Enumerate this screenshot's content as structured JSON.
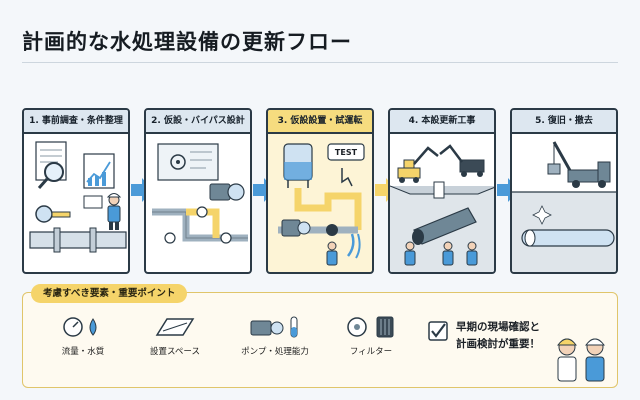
{
  "title": "計画的な水処理設備の更新フロー",
  "steps": [
    {
      "label": "1. 事前調査・条件整理"
    },
    {
      "label": "2. 仮設・バイパス設計"
    },
    {
      "label": "3. 仮設設置・試運転",
      "badge": "TEST"
    },
    {
      "label": "4. 本設更新工事"
    },
    {
      "label": "5. 復旧・撤去"
    }
  ],
  "highlight_step": 3,
  "points": {
    "header": "考慮すべき要素・重要ポイント",
    "items": [
      {
        "label": "流量・水質",
        "icon": "gauge-icon"
      },
      {
        "label": "設置スペース",
        "icon": "area-icon"
      },
      {
        "label": "ポンプ・処理能力",
        "icon": "pump-icon"
      },
      {
        "label": "フィルター",
        "icon": "filter-icon"
      }
    ],
    "message_line1": "早期の現場確認と",
    "message_line2": "計画検討が重要！"
  },
  "colors": {
    "accent_blue": "#4a9ad8",
    "highlight_yellow": "#f6dc7f",
    "outline": "#2b3a46"
  }
}
